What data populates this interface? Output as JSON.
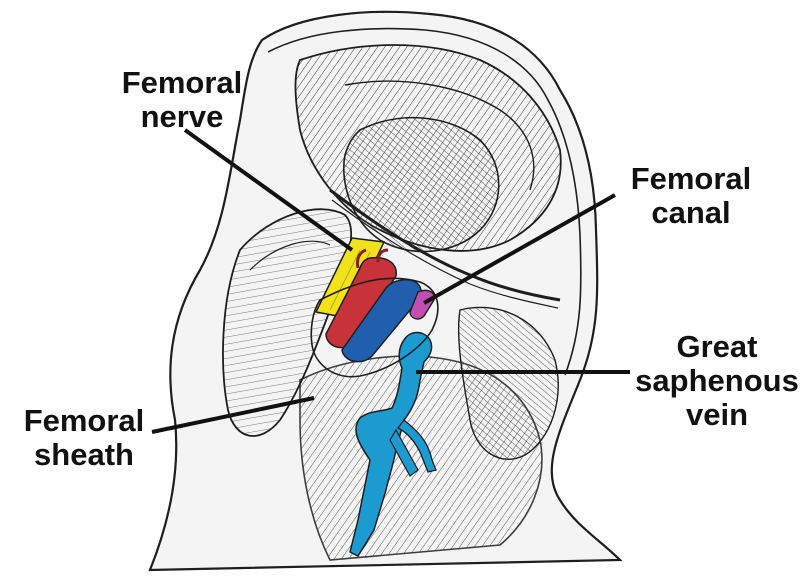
{
  "colors": {
    "nerve": "#f2e21c",
    "artery": "#c8323a",
    "vein_femoral": "#1f5fae",
    "canal": "#c24fb0",
    "saphenous": "#1c9bd0",
    "ink": "#1e1e1e",
    "background": "#ffffff"
  },
  "labels": {
    "femoral_nerve": {
      "line1": "Femoral",
      "line2": "nerve"
    },
    "femoral_canal": {
      "line1": "Femoral",
      "line2": "canal"
    },
    "great_saphenous_vein": {
      "line1": "Great",
      "line2": "saphenous",
      "line3": "vein"
    },
    "femoral_sheath": {
      "line1": "Femoral",
      "line2": "sheath"
    }
  }
}
